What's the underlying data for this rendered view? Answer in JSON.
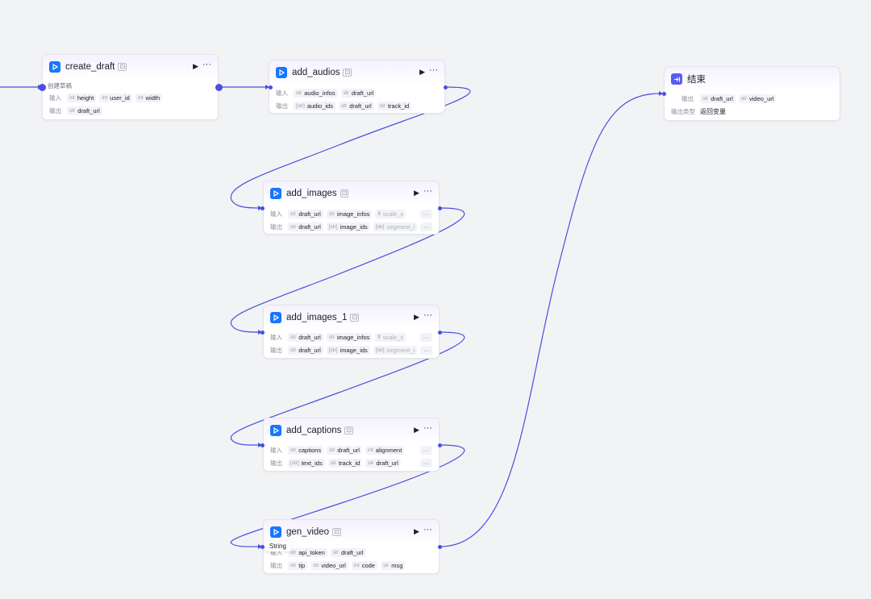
{
  "colors": {
    "canvas_bg": "#f2f3f5",
    "edge": "#4a4fe0",
    "plugin_icon": "#1677ff",
    "end_icon": "#5a5cf0"
  },
  "labels": {
    "input": "输入",
    "output": "输出",
    "output_type": "输出类型",
    "run_icon": "▶",
    "more_icon": "···",
    "tag_icon": "⊡"
  },
  "nodes": {
    "create_draft": {
      "title": "create_draft",
      "description": "创建草稿",
      "inputs": [
        {
          "type": "int",
          "name": "height"
        },
        {
          "type": "int",
          "name": "user_id"
        },
        {
          "type": "int",
          "name": "width"
        }
      ],
      "outputs": [
        {
          "type": "str",
          "name": "draft_url"
        }
      ]
    },
    "add_audios": {
      "title": "add_audios",
      "inputs": [
        {
          "type": "str",
          "name": "audio_infos"
        },
        {
          "type": "str",
          "name": "draft_url"
        }
      ],
      "outputs": [
        {
          "type": "[str]",
          "name": "audio_ids"
        },
        {
          "type": "str",
          "name": "draft_url"
        },
        {
          "type": "str",
          "name": "track_id"
        }
      ]
    },
    "add_images": {
      "title": "add_images",
      "inputs": [
        {
          "type": "str",
          "name": "draft_url"
        },
        {
          "type": "str",
          "name": "image_infos"
        },
        {
          "type": "fl",
          "name": "scale_x"
        }
      ],
      "outputs": [
        {
          "type": "str",
          "name": "draft_url"
        },
        {
          "type": "[str]",
          "name": "image_ids"
        },
        {
          "type": "[str]",
          "name": "segment_i"
        }
      ],
      "overflow": "···"
    },
    "add_images_1": {
      "title": "add_images_1",
      "inputs": [
        {
          "type": "str",
          "name": "draft_url"
        },
        {
          "type": "str",
          "name": "image_infos"
        },
        {
          "type": "fl",
          "name": "scale_x"
        }
      ],
      "outputs": [
        {
          "type": "str",
          "name": "draft_url"
        },
        {
          "type": "[str]",
          "name": "image_ids"
        },
        {
          "type": "[str]",
          "name": "segment_i"
        }
      ],
      "overflow": "···"
    },
    "add_captions": {
      "title": "add_captions",
      "inputs": [
        {
          "type": "str",
          "name": "captions"
        },
        {
          "type": "str",
          "name": "draft_url"
        },
        {
          "type": "int",
          "name": "alignment"
        }
      ],
      "outputs": [
        {
          "type": "[str]",
          "name": "text_ids"
        },
        {
          "type": "str",
          "name": "track_id"
        },
        {
          "type": "str",
          "name": "draft_url"
        }
      ],
      "overflow": "···"
    },
    "gen_video": {
      "title": "gen_video",
      "inputs": [
        {
          "type": "str",
          "name": "api_token"
        },
        {
          "type": "str",
          "name": "draft_url"
        }
      ],
      "outputs": [
        {
          "type": "str",
          "name": "tip"
        },
        {
          "type": "str",
          "name": "video_url"
        },
        {
          "type": "int",
          "name": "code"
        },
        {
          "type": "str",
          "name": "msg"
        }
      ],
      "tooltip": "String"
    },
    "end": {
      "title": "结束",
      "outputs": [
        {
          "type": "str",
          "name": "draft_url"
        },
        {
          "type": "str",
          "name": "video_url"
        }
      ],
      "output_type_value": "返回变量"
    }
  }
}
